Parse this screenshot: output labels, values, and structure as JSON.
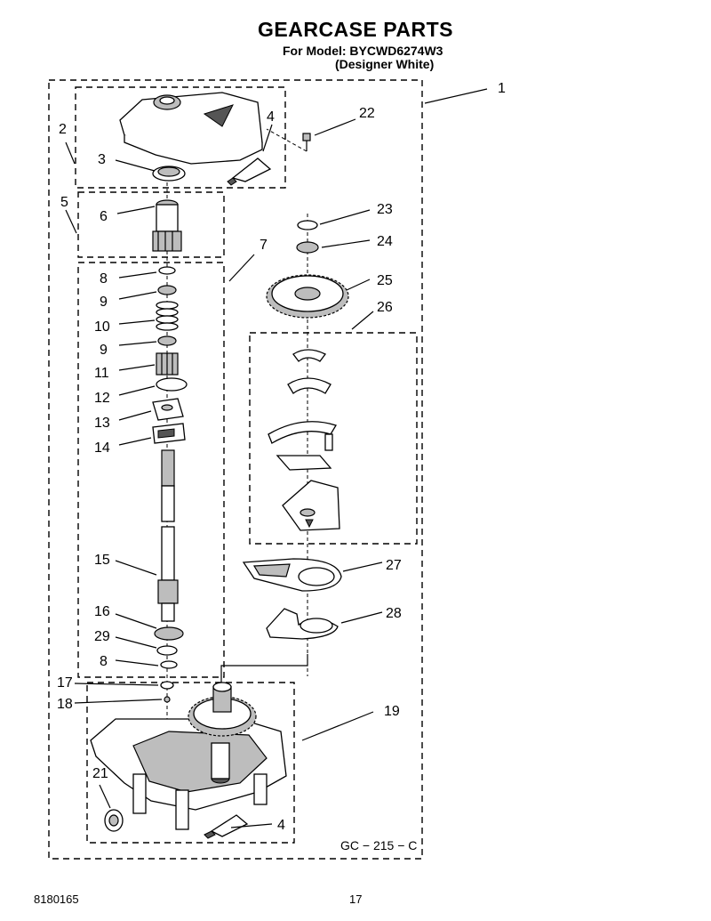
{
  "header": {
    "title": "GEARCASE PARTS",
    "model_line": "For Model: BYCWD6274W3",
    "color_line": "(Designer White)"
  },
  "callouts": {
    "c1": "1",
    "c2": "2",
    "c3": "3",
    "c4a": "4",
    "c4b": "4",
    "c5": "5",
    "c6": "6",
    "c7": "7",
    "c8a": "8",
    "c8b": "8",
    "c9a": "9",
    "c9b": "9",
    "c10": "10",
    "c11": "11",
    "c12": "12",
    "c13": "13",
    "c14": "14",
    "c15": "15",
    "c16": "16",
    "c17": "17",
    "c18": "18",
    "c19": "19",
    "c21": "21",
    "c22": "22",
    "c23": "23",
    "c24": "24",
    "c25": "25",
    "c26": "26",
    "c27": "27",
    "c28": "28",
    "c29": "29"
  },
  "drawing_code": "GC − 215 − C",
  "footer": {
    "doc_number": "8180165",
    "page_number": "17"
  }
}
